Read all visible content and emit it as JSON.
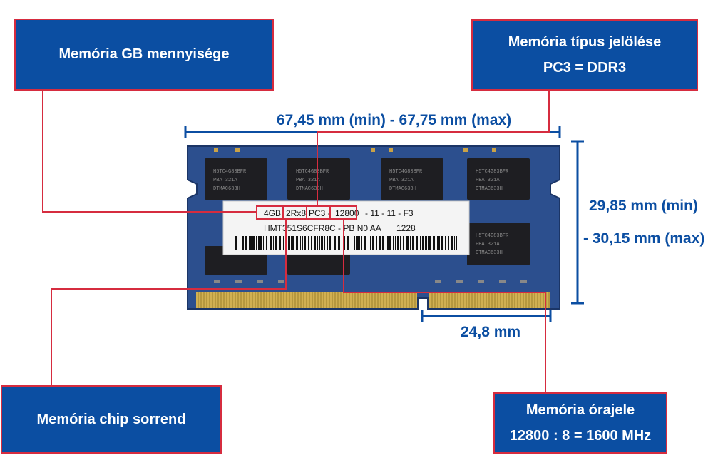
{
  "callouts": {
    "gb_amount": {
      "line1": "Memória GB mennyisége"
    },
    "type_mark": {
      "line1": "Memória típus jelölése",
      "line2": "PC3 = DDR3"
    },
    "chip_order": {
      "line1": "Memória chip sorrend"
    },
    "clock": {
      "line1": "Memória órajele",
      "line2": "12800 : 8 = 1600 MHz"
    }
  },
  "dimensions": {
    "width": "67,45 mm (min) - 67,75 mm (max)",
    "height_min": "29,85 mm (min)",
    "height_max": "- 30,15 mm (max)",
    "notch": "24,8 mm"
  },
  "label": {
    "capacity": "4GB",
    "ranks": "2Rx8",
    "type": "PC3 -",
    "speed": "12800",
    "timing": "- 11 - 11 - F3",
    "part_number": "HMT351S6CFR8C - PB N0 AA",
    "date_code": "1228"
  },
  "chip": {
    "line1": "H5TC4G83BFR",
    "line2": "PBA 321A",
    "line3": "DTMAC633H"
  },
  "colors": {
    "callout_bg": "#0b4ea2",
    "callout_border": "#d62c3f",
    "dimension": "#0b4ea2",
    "pcb": "#2c4f8e"
  }
}
